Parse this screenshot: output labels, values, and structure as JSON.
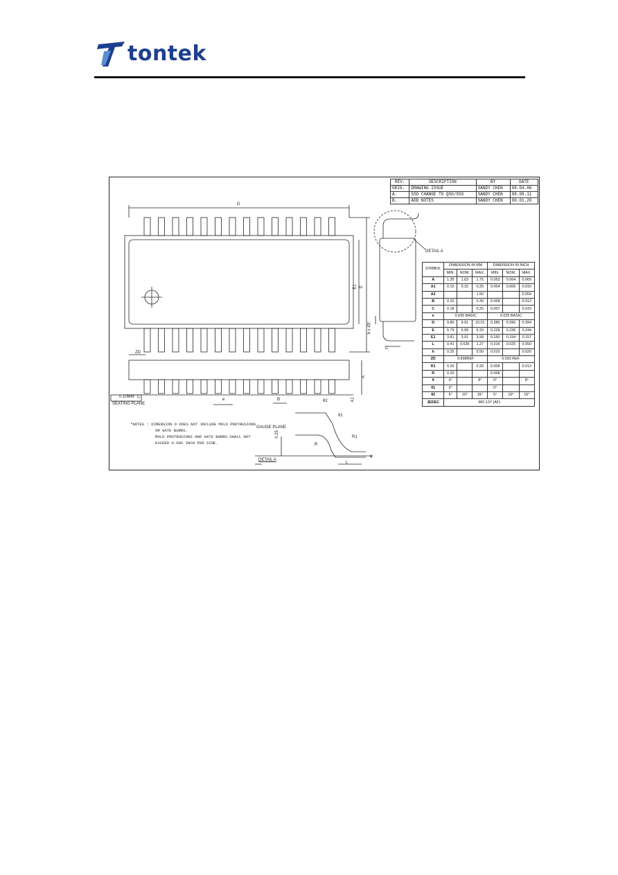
{
  "brand": {
    "name": "tontek",
    "color": "#1d3f8f"
  },
  "revision_table": {
    "headers": [
      "REV.",
      "DESCRIPTION",
      "BY",
      "DATE"
    ],
    "rows": [
      [
        "ORIG.",
        "DRAWING ISSUE",
        "SANDY CHEN",
        "98.04.06"
      ],
      [
        "A.",
        "SSO CHANGE TO QSO/SSO",
        "SANDY CHEN",
        "98.08.11"
      ],
      [
        "B.",
        "ADD NOTES",
        "SANDY CHEN",
        "00.01.20"
      ]
    ]
  },
  "dimension_table": {
    "symbol_header": "SYMBOL",
    "mm_header": "DIMENSION IN MM",
    "inch_header": "DIMENSION IN INCH",
    "sub_headers": [
      "MIN.",
      "NOM.",
      "MAX.",
      "MIN.",
      "NOM.",
      "MAX."
    ],
    "rows": [
      [
        "A",
        "1.35",
        "1.63",
        "1.75",
        "0.053",
        "0.064",
        "0.069"
      ],
      [
        "A1",
        "0.10",
        "0.15",
        "0.25",
        "0.004",
        "0.006",
        "0.010"
      ],
      [
        "A2",
        "",
        "",
        "1.50",
        "",
        "",
        "0.059"
      ],
      [
        "B",
        "0.20",
        "",
        "0.30",
        "0.008",
        "",
        "0.012"
      ],
      [
        "C",
        "0.18",
        "",
        "0.25",
        "0.007",
        "",
        "0.010"
      ],
      [
        "e",
        "0.635 BASIC",
        null,
        null,
        "0.025 BASIC",
        null,
        null
      ],
      [
        "D",
        "9.80",
        "9.91",
        "10.01",
        "0.386",
        "0.390",
        "0.394"
      ],
      [
        "E",
        "5.79",
        "5.99",
        "6.20",
        "0.228",
        "0.236",
        "0.244"
      ],
      [
        "E1",
        "3.81",
        "3.91",
        "3.99",
        "0.150",
        "0.154",
        "0.157"
      ],
      [
        "L",
        "0.41",
        "0.635",
        "1.27",
        "0.016",
        "0.025",
        "0.050"
      ],
      [
        "h",
        "0.25",
        "",
        "0.50",
        "0.010",
        "",
        "0.020"
      ],
      [
        "ZD",
        "0.838REF",
        null,
        null,
        "0.033 REF.",
        null,
        null
      ],
      [
        "R1",
        "0.20",
        "",
        "0.33",
        "0.008",
        "",
        "0.013"
      ],
      [
        "R",
        "0.20",
        "",
        "",
        "0.008",
        "",
        ""
      ],
      [
        "θ",
        "0°",
        "",
        "8°",
        "0°",
        "",
        "8°"
      ],
      [
        "θ1",
        "0°",
        "",
        "",
        "0°",
        "",
        ""
      ],
      [
        "θ2",
        "5°",
        "10°",
        "15°",
        "5°",
        "10°",
        "15°"
      ],
      [
        "JEDEC",
        "MO-137 (AF)",
        null,
        null,
        null,
        null,
        null
      ]
    ]
  },
  "drawing_labels": {
    "d": "D",
    "e1": "E1",
    "e": "E",
    "zd": "ZD",
    "pitch": "e",
    "b": "B",
    "a": "A",
    "a1": "A1",
    "c": "C",
    "h_chamfer": "h x 45°",
    "detail_a_callout": "DETAIL A",
    "seating_tolerance": "0.10MM",
    "seating_ref": "C",
    "seating_plane": "SEATING PLANE",
    "gauge_plane": "GAUGE PLANE",
    "gauge_dim": "0.25",
    "theta": "θ",
    "theta1": "θ1",
    "theta2": "θ2",
    "r": "R",
    "r1": "R1",
    "l": "L",
    "detail_a_title": "DETAIL A"
  },
  "notes": {
    "title": "*NOTES : DIMENSION D DOES NOT INCLUDE MOLD PROTRUSIONS",
    "lines": [
      "OR GATE BURRS.",
      "MOLD PROTRUSIONS AND GATE BURRS SHALL NOT",
      "EXCEED 0.006 INCH PER SIDE."
    ]
  }
}
